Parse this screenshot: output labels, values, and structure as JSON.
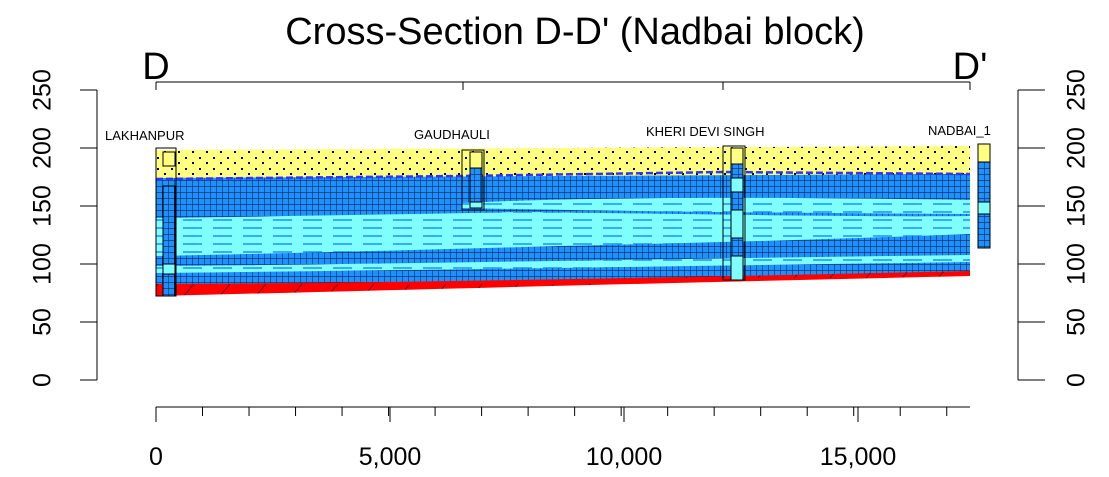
{
  "title": "Cross-Section D-D' (Nadbai block)",
  "section_start_label": "D",
  "section_end_label": "D'",
  "wells": [
    {
      "name": "LAKHANPUR",
      "distance": 300
    },
    {
      "name": "GAUDHAULI",
      "distance": 6900
    },
    {
      "name": "KHERI DEVI SINGH",
      "distance": 12400
    },
    {
      "name": "NADBAI_1",
      "distance": 17700
    }
  ],
  "y_axis": {
    "ticks": [
      "0",
      "50",
      "100",
      "150",
      "200",
      "250"
    ],
    "min": 0,
    "max": 250
  },
  "x_axis": {
    "ticks": [
      "0",
      "5,000",
      "10,000",
      "15,000"
    ],
    "min": 0,
    "max": 17500,
    "minor_step": 1000
  },
  "colors": {
    "surface_sand": "#ffff80",
    "clay_grid": "#1e90ff",
    "sand_lenses": "#80ffff",
    "bedrock": "#ff0000",
    "water_table": "#3333ff",
    "axis": "#000000"
  },
  "icons": {
    "sand": "dot-pattern",
    "clay": "grid-pattern",
    "lens": "dash-pattern",
    "bedrock": "hatch-pattern"
  }
}
